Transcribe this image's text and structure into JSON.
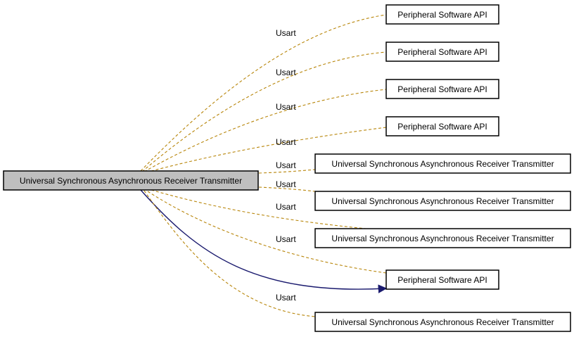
{
  "center_node": {
    "label": "Universal Synchronous Asynchronous Receiver Transmitter"
  },
  "edge_label": "Usart",
  "nodes": [
    {
      "label": "Peripheral Software API",
      "edge": "dashed"
    },
    {
      "label": "Peripheral Software API",
      "edge": "dashed"
    },
    {
      "label": "Peripheral Software API",
      "edge": "dashed"
    },
    {
      "label": "Peripheral Software API",
      "edge": "dashed"
    },
    {
      "label": "Universal Synchronous Asynchronous Receiver Transmitter",
      "edge": "dashed"
    },
    {
      "label": "Universal Synchronous Asynchronous Receiver Transmitter",
      "edge": "dashed"
    },
    {
      "label": "Universal Synchronous Asynchronous Receiver Transmitter",
      "edge": "dashed"
    },
    {
      "label": "Peripheral Software API",
      "edge": "solid"
    },
    {
      "label": "Universal Synchronous Asynchronous Receiver Transmitter",
      "edge": "dashed"
    }
  ],
  "colors": {
    "dashed_edge": "#b8860b",
    "solid_edge": "#1a1a6e",
    "center_fill": "#bfbfbf"
  }
}
